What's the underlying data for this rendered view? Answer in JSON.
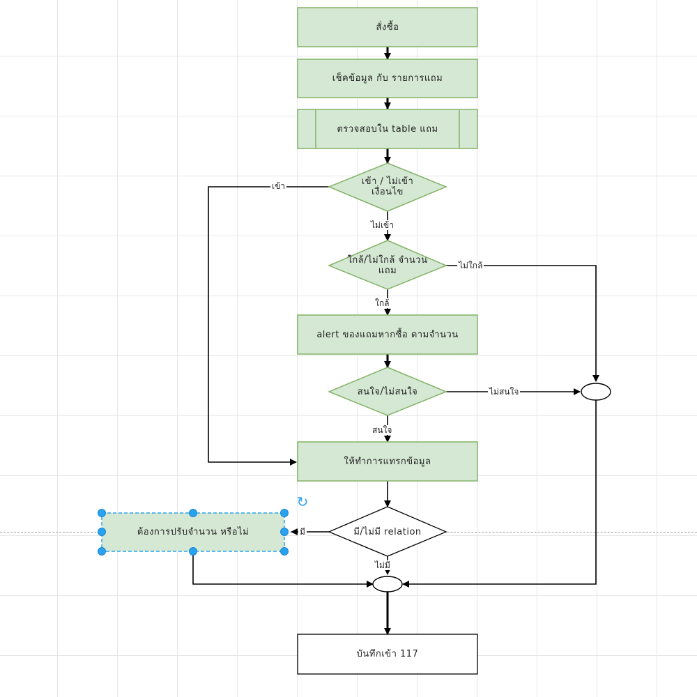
{
  "colors": {
    "node_fill": "#d5e8d4",
    "node_stroke": "#82b366",
    "selection": "#29a3ef"
  },
  "nodes": {
    "n1": "สั่งซื้อ",
    "n2": "เช็คข้อมูล กับ รายการแถม",
    "n3": "ตรวจสอบใน table แถม",
    "d1": "เข้า / ไม่เข้า เงื่อนไข",
    "d2": "ใกล้/ไม่ใกล้ จำนวนแถม",
    "n4": "alert ของแถมหากซื้อ ตามจำนวน",
    "d3": "สนใจ/ไม่สนใจ",
    "n5": "ให้ทำการแทรกข้อมูล",
    "d4": "มี/ไม่มี relation",
    "side": "ต้องการปรับจำนวน หรือไม่",
    "end": "บันทึกเข้า 117"
  },
  "edges": {
    "e_enter": "เข้า",
    "e_not_enter": "ไม่เข้า",
    "e_near": "ใกล้",
    "e_not_near": "ไม่ใกล้",
    "e_interested": "สนใจ",
    "e_not_interested": "ไม่สนใจ",
    "e_has": "มี",
    "e_not_has": "ไม่มี"
  },
  "icons": {
    "rotate": "rotate-icon"
  }
}
